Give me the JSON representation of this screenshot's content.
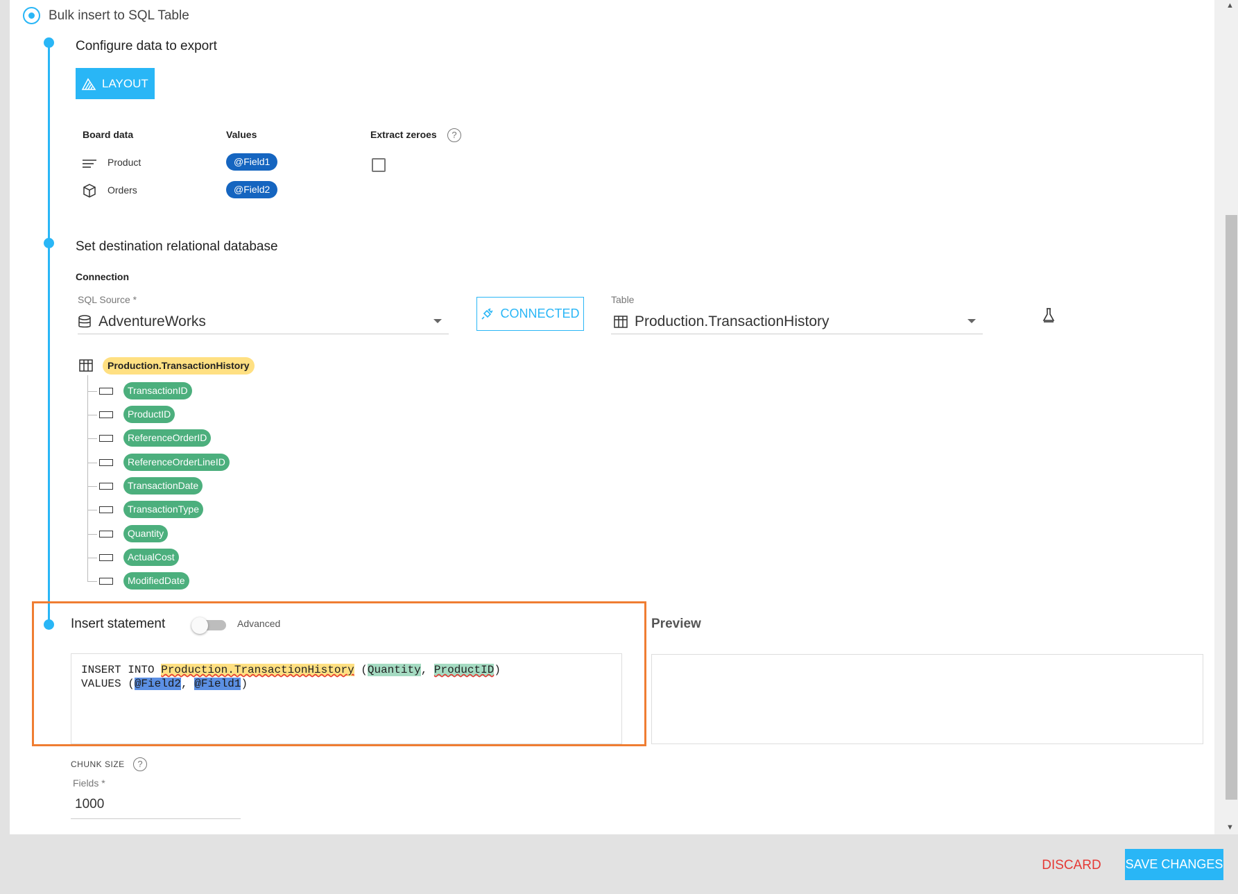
{
  "header": {
    "title": "Bulk insert to SQL Table"
  },
  "configure": {
    "title": "Configure data to export",
    "layout_button": "LAYOUT",
    "columns": {
      "board_data": "Board data",
      "values": "Values",
      "extract_zeroes": "Extract zeroes"
    },
    "rows": [
      {
        "label": "Product",
        "value": "@Field1",
        "icon": "lines-icon"
      },
      {
        "label": "Orders",
        "value": "@Field2",
        "icon": "cube-icon"
      }
    ],
    "help_icon": "?"
  },
  "destination": {
    "title": "Set destination relational database",
    "connection_label": "Connection",
    "sql_source_label": "SQL Source *",
    "sql_source_value": "AdventureWorks",
    "connected_button": "CONNECTED",
    "table_label": "Table",
    "table_value": "Production.TransactionHistory",
    "tree_root": "Production.TransactionHistory",
    "tree_columns": [
      "TransactionID",
      "ProductID",
      "ReferenceOrderID",
      "ReferenceOrderLineID",
      "TransactionDate",
      "TransactionType",
      "Quantity",
      "ActualCost",
      "ModifiedDate"
    ]
  },
  "insert": {
    "title": "Insert statement",
    "advanced_label": "Advanced",
    "advanced_on": false,
    "preview_title": "Preview",
    "code": {
      "kw_insert_into": "INSERT INTO ",
      "table": "Production.TransactionHistory",
      "open_paren": " (",
      "col1": "Quantity",
      "comma1": ", ",
      "col2": "ProductID",
      "close_paren": ")",
      "kw_values": "VALUES (",
      "val1": "@Field2",
      "comma2": ", ",
      "val2": "@Field1",
      "close_paren2": ")"
    }
  },
  "chunk": {
    "label": "CHUNK SIZE",
    "fields_label": "Fields *",
    "fields_value": "1000"
  },
  "footer": {
    "discard": "DISCARD",
    "save": "SAVE CHANGES"
  },
  "colors": {
    "accent": "#29b6f6",
    "pill_blue": "#1565c0",
    "pill_green": "#4caf7d",
    "pill_yellow": "#ffe082",
    "highlight": "#ef7d32",
    "discard": "#e53935"
  }
}
